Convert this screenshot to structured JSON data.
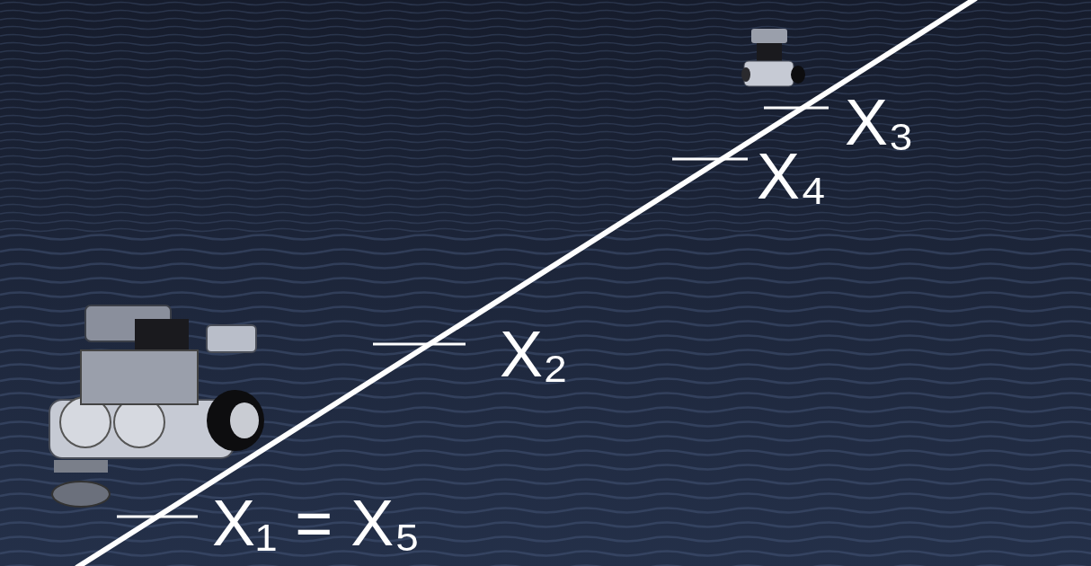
{
  "diagram": {
    "labels": [
      "X₁ = X₅",
      "X₂",
      "X₄",
      "X₃"
    ]
  }
}
